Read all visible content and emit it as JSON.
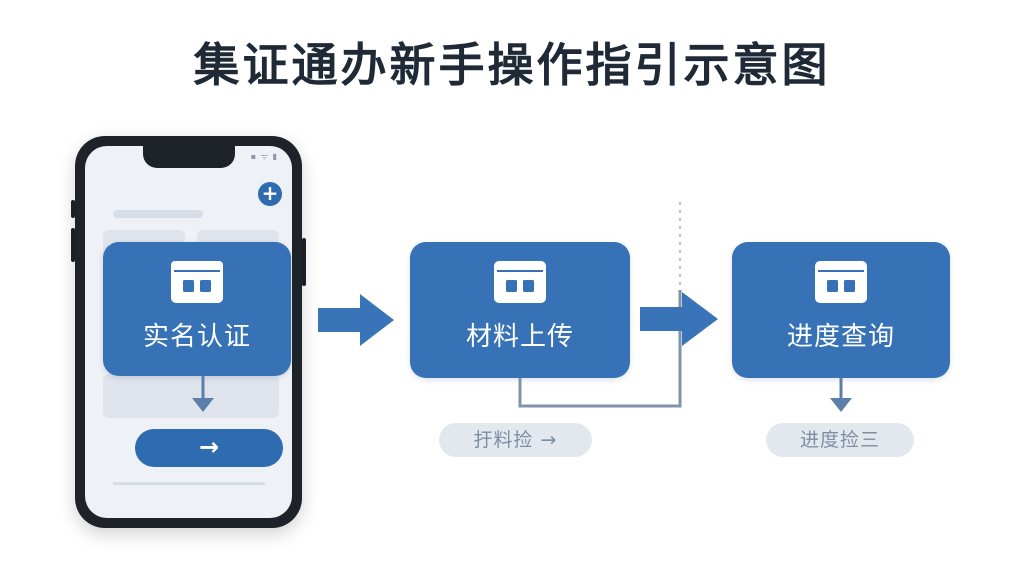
{
  "title": "集证通办新手操作指引示意图",
  "steps": [
    {
      "label": "实名认证",
      "icon": "id-card-icon"
    },
    {
      "label": "材料上传",
      "icon": "id-card-icon"
    },
    {
      "label": "进度查询",
      "icon": "id-card-icon"
    }
  ],
  "pills": [
    {
      "text": "扜料捡 →"
    },
    {
      "text": "进度捡三"
    }
  ],
  "phone": {
    "plus_symbol": "+",
    "button_symbol": "→",
    "status_icons": "▪ ᯤ ▮"
  },
  "colors": {
    "step_blue": "#3672b5",
    "arrow_blue": "#3a74b8",
    "connector_gray": "#7f93ab",
    "pill_bg": "#e3e8ef",
    "pill_text": "#7d8da3",
    "title_text": "#1f2a36"
  }
}
